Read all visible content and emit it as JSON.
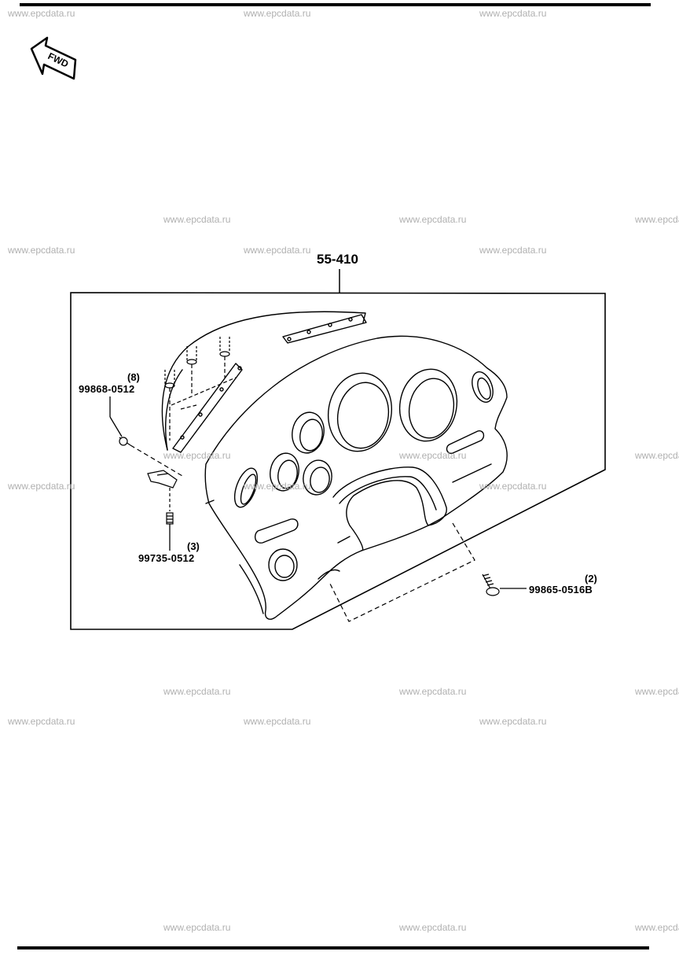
{
  "watermark": "www.epcdata.ru",
  "direction": {
    "label": "FWD"
  },
  "assembly": {
    "reference": "55-410"
  },
  "parts": [
    {
      "part_number": "99868-0512",
      "quantity": "(8)"
    },
    {
      "part_number": "99735-0512",
      "quantity": "(3)"
    },
    {
      "part_number": "99865-0516B",
      "quantity": "(2)"
    }
  ],
  "colors": {
    "line": "#000000",
    "watermark": "#b0b0b0"
  }
}
